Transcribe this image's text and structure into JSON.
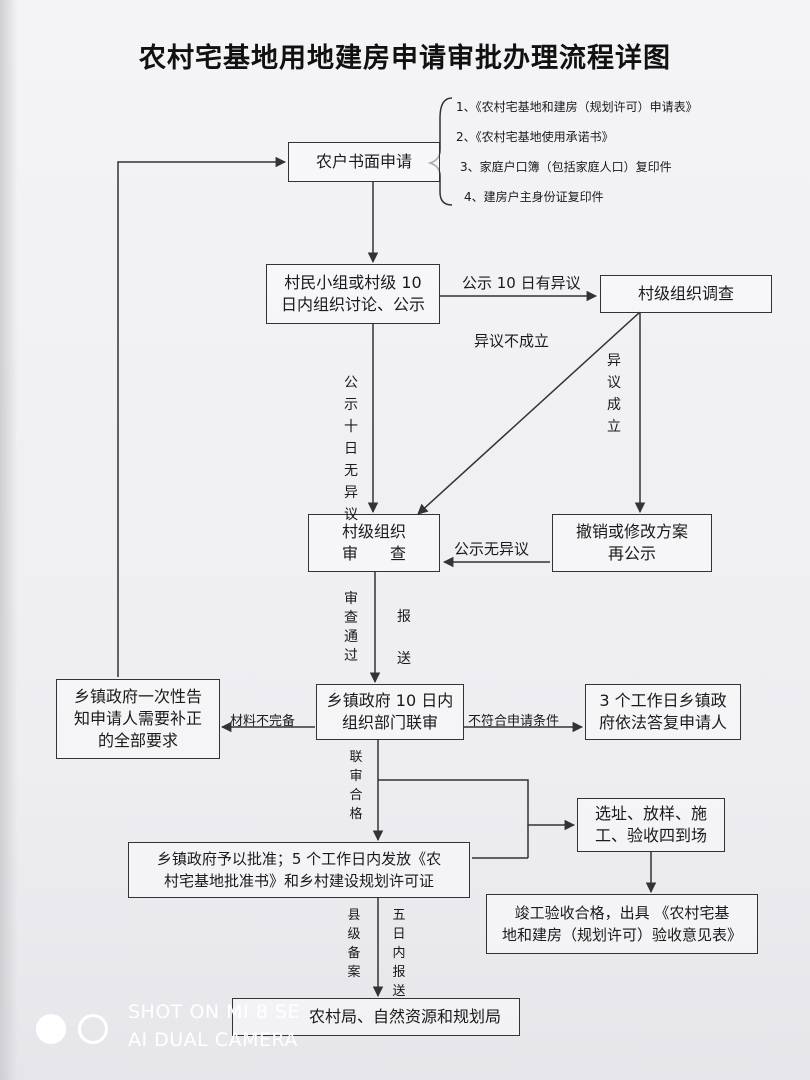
{
  "title": "农村宅基地用地建房申请审批办理流程详图",
  "documents": [
    "1、《农村宅基地和建房（规划许可）申请表》",
    "2、《农村宅基地使用承诺书》",
    "3、家庭户口簿（包括家庭人口）复印件",
    "4、建房户主身份证复印件"
  ],
  "boxes": {
    "apply": "农户书面申请",
    "village_discuss_1": "村民小组或村级 10",
    "village_discuss_2": "日内组织讨论、公示",
    "investigate": "村级组织调查",
    "review_1": "村级组织",
    "review_2": "审　　查",
    "revoke_1": "撤销或修改方案",
    "revoke_2": "再公示",
    "town_review_1": "乡镇政府 10 日内",
    "town_review_2": "组织部门联审",
    "notify_1": "乡镇政府一次性告",
    "notify_2": "知申请人需要补正",
    "notify_3": "的全部要求",
    "reply_1": "3 个工作日乡镇政",
    "reply_2": "府依法答复申请人",
    "approve_1": "乡镇政府予以批准；5 个工作日内发放《农",
    "approve_2": "村宅基地批准书》和乡村建设规划许可证",
    "onsite_1": "选址、放样、施",
    "onsite_2": "工、验收四到场",
    "acceptance_1": "竣工验收合格，出具 《农村宅基",
    "acceptance_2": "地和建房（规划许可）验收意见表》",
    "county": "农村局、自然资源和规划局"
  },
  "labels": {
    "objection_10days": "公示 10 日有异议",
    "objection_invalid": "异议不成立",
    "objection_valid": "异议成立",
    "no_objection_v": "公示十日无异议",
    "no_objection_h": "公示无异议",
    "review_passed": "审查通过",
    "submit": "报送",
    "incomplete": "材料不完备",
    "not_qualified": "不符合申请条件",
    "joint_passed": "联审合格",
    "county_record": "县级备案",
    "five_days": "五日内报送"
  },
  "watermark": {
    "line1": "SHOT ON MI 8 SE",
    "line2": "AI DUAL CAMERA"
  }
}
